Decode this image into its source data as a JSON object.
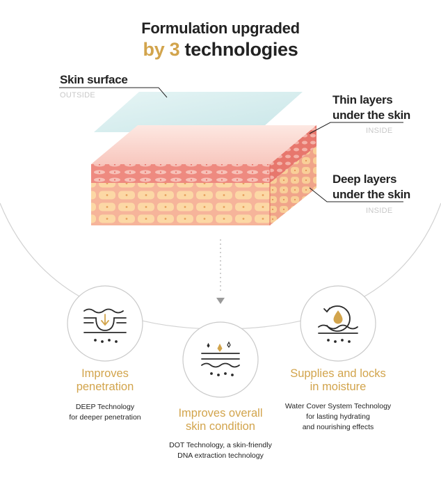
{
  "heading": {
    "line1": "Formulation upgraded",
    "line2_accent": "by 3",
    "line2_rest": "technologies"
  },
  "layers": {
    "surface": {
      "label": "Skin surface",
      "sub": "OUTSIDE"
    },
    "thin": {
      "label_line1": "Thin layers",
      "label_line2": "under the skin",
      "sub": "INSIDE"
    },
    "deep": {
      "label_line1": "Deep layers",
      "label_line2": "under the skin",
      "sub": "INSIDE"
    }
  },
  "features": [
    {
      "title_line1": "Improves",
      "title_line2": "penetration",
      "desc_line1": "DEEP Technology",
      "desc_line2": "for deeper penetration",
      "icon": "penetration-icon"
    },
    {
      "title_line1": "Improves overall",
      "title_line2": "skin condition",
      "desc_line1": "DOT Technology, a skin-friendly",
      "desc_line2": "DNA extraction technology",
      "icon": "sparkle-icon"
    },
    {
      "title_line1": "Supplies and locks",
      "title_line2": "in moisture",
      "desc_line1": "Water Cover System Technology",
      "desc_line2": "for lasting hydrating",
      "desc_line3": "and nourishing effects",
      "icon": "moisture-cycle-icon"
    }
  ],
  "colors": {
    "accent": "#d2a44c",
    "text": "#222222",
    "muted": "#c8c8c8",
    "skin_pink": "#f0938a",
    "skin_yellow": "#fbd7a3",
    "surface_blue": "#d6eef0"
  }
}
